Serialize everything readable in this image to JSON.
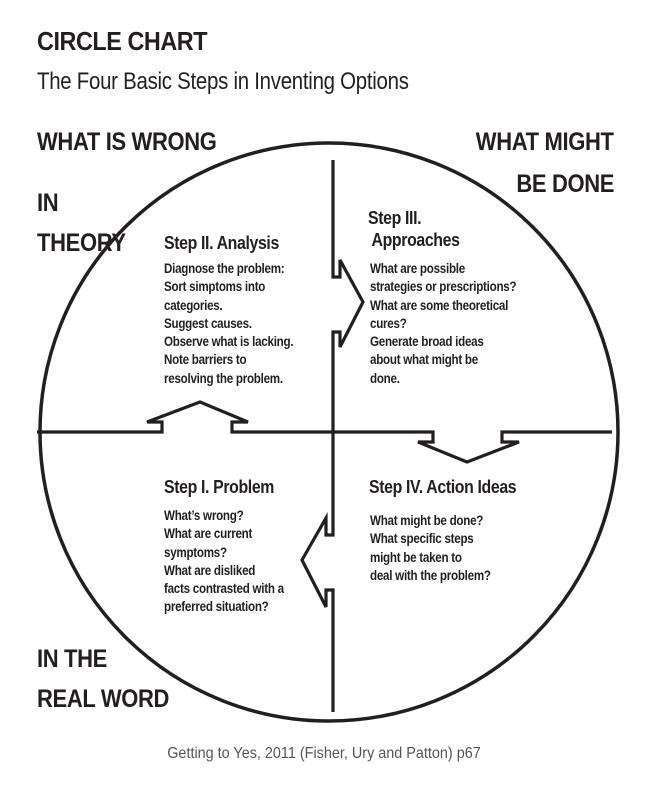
{
  "header": {
    "title": "CIRCLE CHART",
    "subtitle": "The Four Basic Steps in Inventing Options"
  },
  "corners": {
    "top_left": [
      "WHAT IS WRONG",
      "IN",
      "THEORY"
    ],
    "top_right": [
      "WHAT MIGHT",
      "BE DONE"
    ],
    "bottom_left": [
      "IN THE",
      "REAL WORD"
    ]
  },
  "steps": {
    "analysis": {
      "title": "Step II. Analysis",
      "lines": [
        "Diagnose the problem:",
        "Sort simptoms into",
        "categories.",
        "Suggest causes.",
        "Observe what is lacking.",
        "Note barriers to",
        "resolving the problem."
      ]
    },
    "approaches": {
      "title_lines": [
        "Step III.",
        "Approaches"
      ],
      "lines": [
        "What are possible",
        "strategies or prescriptions?",
        "What are some theoretical",
        "cures?",
        "Generate broad ideas",
        "about what might be",
        "done."
      ]
    },
    "problem": {
      "title": "Step I. Problem",
      "lines": [
        "What’s wrong?",
        "What are current",
        "symptoms?",
        "What are disliked",
        "facts contrasted with a",
        "preferred situation?"
      ]
    },
    "action": {
      "title": "Step IV. Action Ideas",
      "lines": [
        "What might be done?",
        "What specific steps",
        "might be taken to",
        "deal with the problem?"
      ]
    }
  },
  "footer": "Getting to Yes, 2011 (Fisher, Ury and Patton) p67"
}
